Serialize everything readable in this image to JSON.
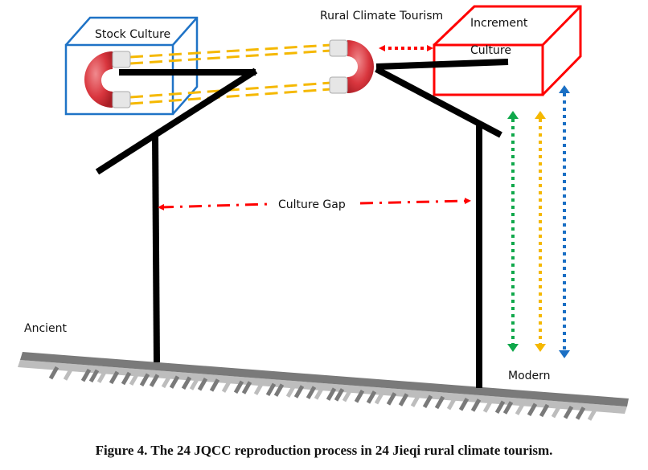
{
  "labels": {
    "stock_culture": "Stock Culture",
    "rural_climate_tourism": "Rural Climate Tourism",
    "increment": "Increment",
    "culture": "Culture",
    "culture_gap": "Culture Gap",
    "ancient": "Ancient",
    "modern": "Modern"
  },
  "caption": "Figure 4. The 24 JQCC reproduction process in 24 Jieqi rural climate tourism.",
  "colors": {
    "stock_box": "#1f73c6",
    "increment_box": "#ff0000",
    "magnet": "#d9363e",
    "magnetic_field": "#f5b800",
    "structure": "#000000",
    "gap_arrow": "#ff0000",
    "arrow_green": "#10a84b",
    "arrow_yellow": "#f5b800",
    "arrow_blue": "#1a6fc4",
    "ground_dark": "#7a7a7a",
    "ground_light": "#bdbdbd"
  }
}
